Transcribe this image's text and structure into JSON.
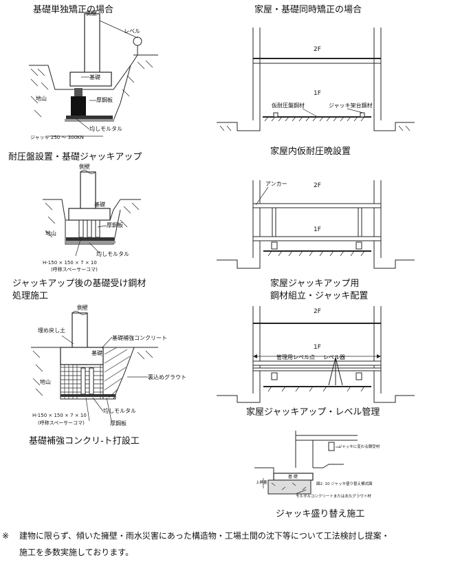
{
  "left_column": {
    "header": "基礎単独矯正の場合",
    "fig1": {
      "labels": {
        "sokuheki": "側壁",
        "level": "レベル",
        "kiso": "基礎",
        "jiban": "地山",
        "atsukoban": "厚鋼板",
        "jack": "ジャッキ 250 ～ 300KN",
        "mortar": "均しモルタル"
      },
      "caption": "耐圧盤設置・基礎ジャッキアップ"
    },
    "fig2": {
      "labels": {
        "sokuheki": "側壁",
        "kiso": "基礎",
        "atsukoban": "厚鋼板",
        "jiban": "地山",
        "mortar": "均しモルタル",
        "hbeam": "H-150 × 150 × 7 × 10",
        "spacer": "(呼称スペーサーコマ)"
      },
      "caption_line1": "ジャッキアップ後の基礎受け鋼材",
      "caption_line2": "処理施工"
    },
    "fig3": {
      "labels": {
        "sokuheki": "側壁",
        "umemodoshi": "埋め戻し土",
        "hokyo": "基礎補強コンクリート",
        "kiso": "基礎",
        "jiban": "地山",
        "grout": "裏込めグラウト",
        "mortar": "均しモルタル",
        "hbeam": "H-150 × 150 × 7 × 10",
        "spacer": "(呼称スペーサーコマ)",
        "atsukoban": "厚鋼板"
      },
      "caption": "基礎補強コンクリ-ト打設工"
    }
  },
  "right_column": {
    "header": "家屋・基礎同時矯正の場合",
    "fig1": {
      "labels": {
        "floor2": "2F",
        "floor1": "1F",
        "taiatsu": "仮耐圧盤鋼材",
        "jackdai": "ジャッキ架台鋼材"
      },
      "caption": "家屋内仮耐圧晩設置"
    },
    "fig2": {
      "labels": {
        "anchor": "アンカー",
        "floor2": "2F",
        "floor1": "1F"
      },
      "caption_line1": "家屋ジャッキアップ用",
      "caption_line2": "鋼材組立・ジャッキ配置"
    },
    "fig3": {
      "labels": {
        "floor2": "2F",
        "floor1": "1F",
        "kanri": "管理用レベル点",
        "levelki": "レベル器"
      },
      "caption": "家屋ジャッキアップ・レベル管理"
    },
    "fig4": {
      "labels": {
        "kawaru": "ジャッキに変わる鋼受材",
        "kiso": "基 礎",
        "joukou": "上昇量",
        "figtitle": "図2. 10 ジャッキ盛り替え模式図",
        "mortar": "モルタルコンクリートまたは永久グラウト材"
      },
      "caption": "ジャッキ盛り替え施工"
    }
  },
  "footnote": {
    "mark": "※",
    "line1": "建物に限らず、傾いた擁壁・雨水災害にあった構造物・工場土間の沈下等について工法検討し提案・",
    "line2": "施工を多数実施しております。"
  }
}
